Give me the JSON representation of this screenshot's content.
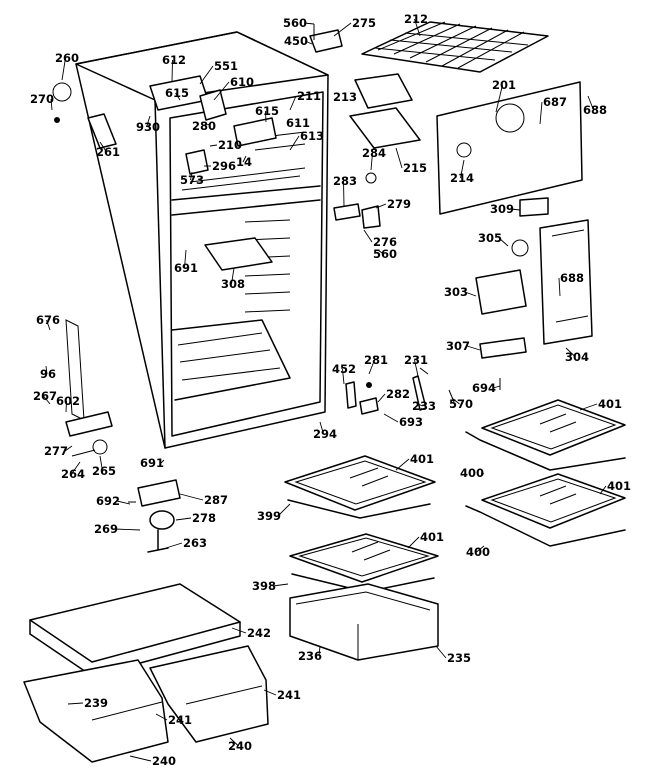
{
  "labels": [
    "560",
    "275",
    "212",
    "450",
    "260",
    "612",
    "551",
    "270",
    "615",
    "610",
    "211",
    "201",
    "687",
    "688",
    "213",
    "930",
    "280",
    "615",
    "611",
    "613",
    "261",
    "210",
    "296",
    "14",
    "284",
    "215",
    "573",
    "214",
    "283",
    "279",
    "309",
    "276",
    "560",
    "305",
    "691",
    "308",
    "688",
    "303",
    "676",
    "96",
    "307",
    "304",
    "452",
    "281",
    "231",
    "267",
    "602",
    "282",
    "233",
    "570",
    "694",
    "294",
    "693",
    "401",
    "277",
    "691",
    "264",
    "265",
    "401",
    "400",
    "399",
    "692",
    "287",
    "278",
    "269",
    "263",
    "401",
    "401",
    "398",
    "400",
    "242",
    "236",
    "235",
    "239",
    "241",
    "241",
    "240",
    "240"
  ]
}
